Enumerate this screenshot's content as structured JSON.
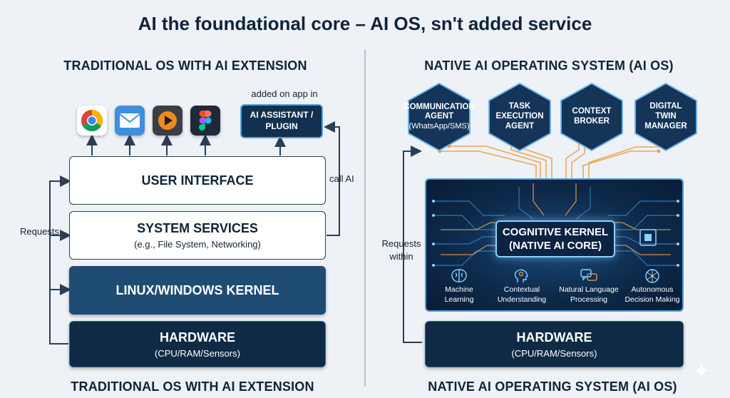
{
  "title": "AI the foundational core – AI OS, sn't added service",
  "left": {
    "heading": "TRADITIONAL OS WITH AI EXTENSION",
    "footer": "TRADITIONAL OS WITH AI EXTENSION",
    "apps": [
      {
        "icon": "chrome-icon"
      },
      {
        "icon": "mail-icon"
      },
      {
        "icon": "media-player-icon"
      },
      {
        "icon": "figma-icon"
      }
    ],
    "plugin_note": "added on app in",
    "plugin_line1": "AI ASSISTANT /",
    "plugin_line2": "PLUGIN",
    "call_ai": "call AI",
    "requests": "Requests",
    "ui_layer": "USER INTERFACE",
    "services_layer": "SYSTEM SERVICES",
    "services_sub": "(e.g., File System, Networking)",
    "kernel_layer": "LINUX/WINDOWS KERNEL",
    "hardware_layer": "HARDWARE",
    "hardware_sub": "(CPU/RAM/Sensors)"
  },
  "right": {
    "heading": "NATIVE AI OPERATING SYSTEM (AI OS)",
    "footer": "NATIVE AI OPERATING SYSTEM (AI OS)",
    "agents": [
      {
        "line1": "COMMUNICATION",
        "line2": "AGENT",
        "line3": "(WhatsApp/SMS)"
      },
      {
        "line1": "TASK",
        "line2": "EXECUTION",
        "line3": "AGENT"
      },
      {
        "line1": "CONTEXT",
        "line2": "BROKER",
        "line3": ""
      },
      {
        "line1": "DIGITAL",
        "line2": "TWIN",
        "line3": "MANAGER"
      }
    ],
    "requests_line1": "Requests",
    "requests_line2": "within",
    "core_line1": "COGNITIVE KERNEL",
    "core_line2": "(NATIVE AI CORE)",
    "capabilities": [
      {
        "line1": "Machine",
        "line2": "Learning",
        "icon": "brain-icon"
      },
      {
        "line1": "Contextual",
        "line2": "Understanding",
        "icon": "head-icon"
      },
      {
        "line1": "Natural Language",
        "line2": "Processing",
        "icon": "chat-icon"
      },
      {
        "line1": "Autonomous",
        "line2": "Decision Making",
        "icon": "network-brain-icon"
      }
    ],
    "hardware_layer": "HARDWARE",
    "hardware_sub": "(CPU/RAM/Sensors)"
  },
  "colors": {
    "navy": "#0f2438",
    "kernel_blue": "#1f4c73",
    "hardware_navy": "#0f2a45",
    "glow_blue": "#4a9de0",
    "trace_orange": "#e8a24a",
    "background": "#eef1f5"
  }
}
